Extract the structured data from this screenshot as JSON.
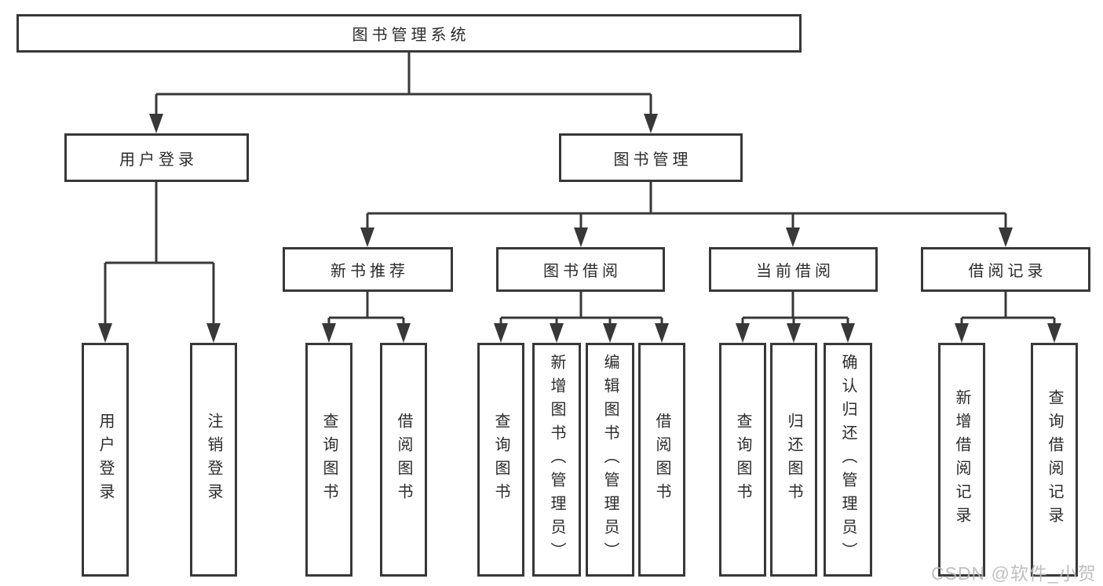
{
  "tree": {
    "root": {
      "label": "图书管理系统"
    },
    "children": [
      {
        "label": "用户登录",
        "children": [
          {
            "label": "用户登录"
          },
          {
            "label": "注销登录"
          }
        ]
      },
      {
        "label": "图书管理",
        "children": [
          {
            "label": "新书推荐",
            "children": [
              {
                "label": "查询图书"
              },
              {
                "label": "借阅图书"
              }
            ]
          },
          {
            "label": "图书借阅",
            "children": [
              {
                "label": "查询图书"
              },
              {
                "label": "新增图书（管理员）"
              },
              {
                "label": "编辑图书（管理员）"
              },
              {
                "label": "借阅图书"
              }
            ]
          },
          {
            "label": "当前借阅",
            "children": [
              {
                "label": "查询图书"
              },
              {
                "label": "归还图书"
              },
              {
                "label": "确认归还（管理员）"
              }
            ]
          },
          {
            "label": "借阅记录",
            "children": [
              {
                "label": "新增借阅记录"
              },
              {
                "label": "查询借阅记录"
              }
            ]
          }
        ]
      }
    ]
  },
  "watermark": {
    "text": "CSDN @软件_小贺同学"
  },
  "colors": {
    "line": "#383838",
    "node_border": "#383838",
    "node_fill": "#ffffff",
    "label_text": "#2b2b2b",
    "watermark_text": "#b9b9b9"
  }
}
